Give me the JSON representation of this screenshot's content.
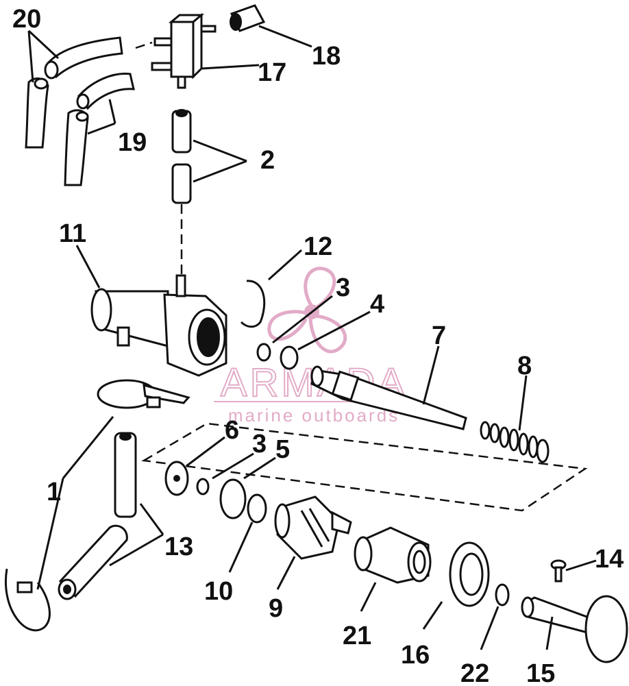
{
  "callouts": {
    "c1": "1",
    "c2": "2",
    "c3a": "3",
    "c3b": "3",
    "c4": "4",
    "c5": "5",
    "c6": "6",
    "c7": "7",
    "c8": "8",
    "c9": "9",
    "c10": "10",
    "c11": "11",
    "c12": "12",
    "c13": "13",
    "c14": "14",
    "c15": "15",
    "c16": "16",
    "c17": "17",
    "c18": "18",
    "c19": "19",
    "c20": "20",
    "c21": "21",
    "c22": "22"
  },
  "watermark": {
    "brand": "ARMADA",
    "tagline": "marine outboards",
    "color": "#d98fb5"
  }
}
